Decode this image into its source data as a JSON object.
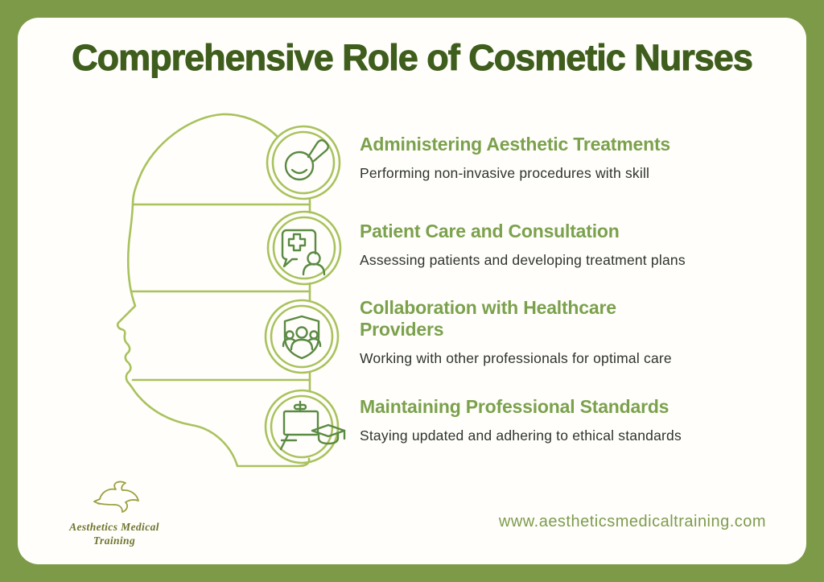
{
  "title": "Comprehensive Role of Cosmetic Nurses",
  "sections": [
    {
      "heading": "Administering Aesthetic Treatments",
      "description": "Performing non-invasive procedures with skill",
      "icon": "face-applicator-icon"
    },
    {
      "heading": "Patient Care and Consultation",
      "description": "Assessing patients and developing treatment plans",
      "icon": "consultation-bubble-icon"
    },
    {
      "heading": "Collaboration with Healthcare Providers",
      "description": "Working with other professionals for optimal care",
      "icon": "team-shield-icon"
    },
    {
      "heading": "Maintaining Professional Standards",
      "description": "Staying updated and adhering to ethical standards",
      "icon": "presentation-board-icon"
    }
  ],
  "footer": {
    "logo_icon": "dove-icon",
    "logo_text_line1": "Aesthetics Medical",
    "logo_text_line2": "Training",
    "website": "www.aestheticsmedicaltraining.com"
  },
  "colors": {
    "border-green": "#7c9a48",
    "card-bg": "#fffefa",
    "title-green": "#3f5e1d",
    "heading-green": "#7ba14d",
    "body-text": "#2f332e",
    "outline-green": "#a8c25e",
    "icon-green": "#5a8a43",
    "logo-olive": "#6f7430",
    "url-green": "#7e9b4f"
  }
}
